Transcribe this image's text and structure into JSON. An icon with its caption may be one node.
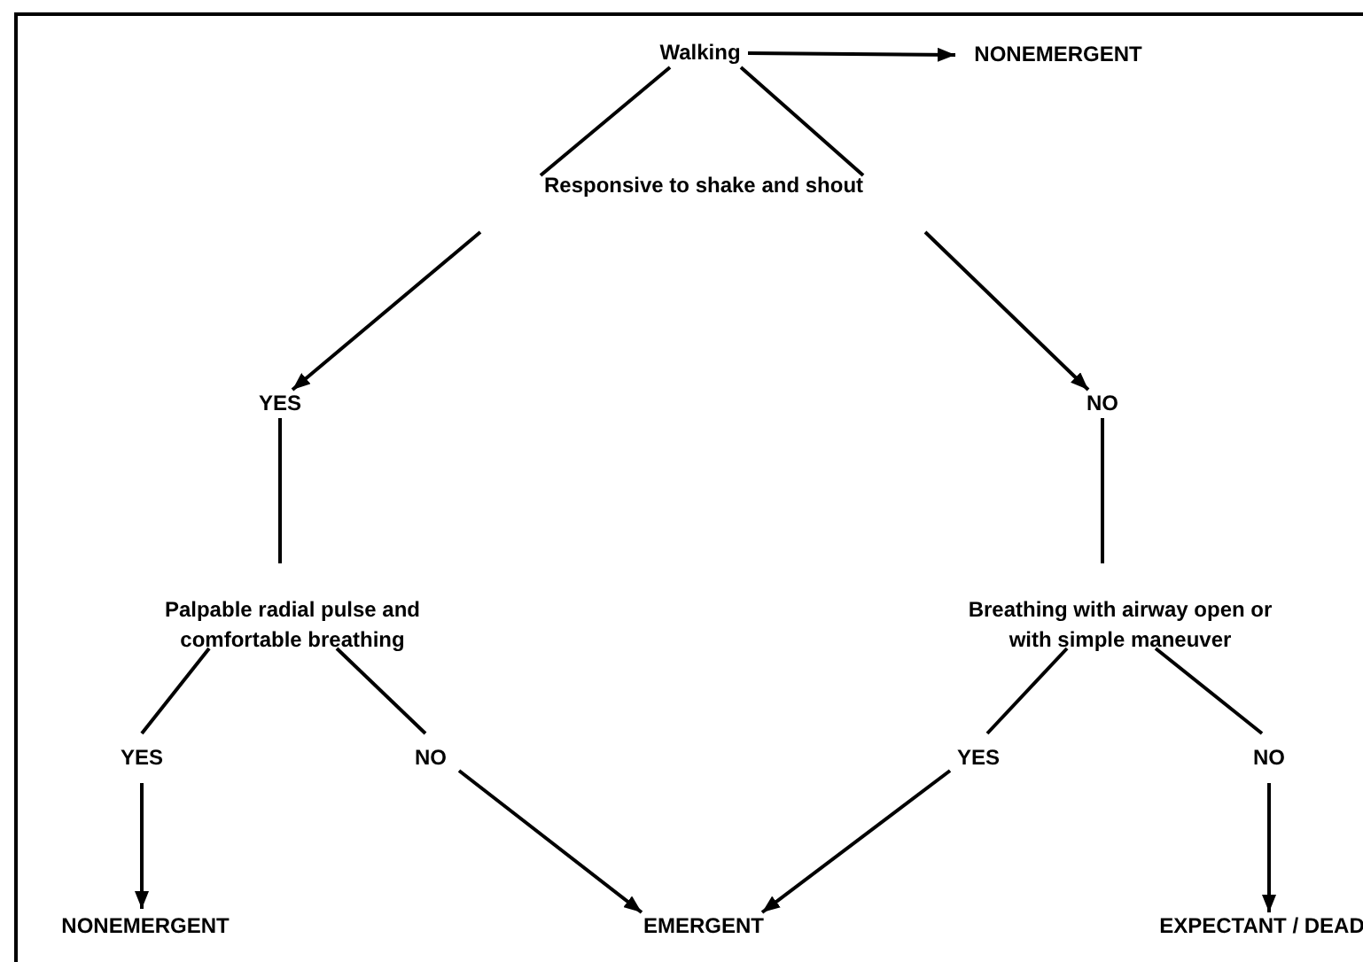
{
  "diagram": {
    "nodes": [
      {
        "text": [
          "Walking"
        ]
      },
      {
        "text": [
          "NONEMERGENT"
        ]
      },
      {
        "text": [
          "Responsive to shake and shout"
        ]
      },
      {
        "text": [
          "YES"
        ]
      },
      {
        "text": [
          "NO"
        ]
      },
      {
        "text": [
          "Palpable radial pulse and comfortable breathing"
        ]
      },
      {
        "text": [
          "Breathing with airway open or with simple maneuver"
        ]
      },
      {
        "text": [
          "YES"
        ]
      },
      {
        "text": [
          "NO"
        ]
      },
      {
        "text": [
          "YES"
        ]
      },
      {
        "text": [
          "NO"
        ]
      },
      {
        "text": [
          "NONEMERGENT"
        ]
      },
      {
        "text": [
          "EMERGENT"
        ]
      },
      {
        "text": [
          "EXPECTANT / DEAD"
        ]
      }
    ],
    "edges": [
      {
        "from": 0,
        "to": 1,
        "arrow": "to"
      },
      {
        "from": 0,
        "to": 2,
        "arrow": "none"
      },
      {
        "from": 0,
        "to": 2,
        "arrow": "none"
      },
      {
        "from": 2,
        "to": 3,
        "arrow": "to"
      },
      {
        "from": 2,
        "to": 4,
        "arrow": "to"
      },
      {
        "from": 3,
        "to": 5,
        "arrow": "none"
      },
      {
        "from": 4,
        "to": 6,
        "arrow": "none"
      },
      {
        "from": 5,
        "to": 7,
        "arrow": "none"
      },
      {
        "from": 5,
        "to": 8,
        "arrow": "none"
      },
      {
        "from": 6,
        "to": 9,
        "arrow": "none"
      },
      {
        "from": 6,
        "to": 10,
        "arrow": "none"
      },
      {
        "from": 7,
        "to": 11,
        "arrow": "to"
      },
      {
        "from": 8,
        "to": 12,
        "arrow": "to"
      },
      {
        "from": 9,
        "to": 12,
        "arrow": "to"
      },
      {
        "from": 10,
        "to": 13,
        "arrow": "to"
      }
    ]
  }
}
